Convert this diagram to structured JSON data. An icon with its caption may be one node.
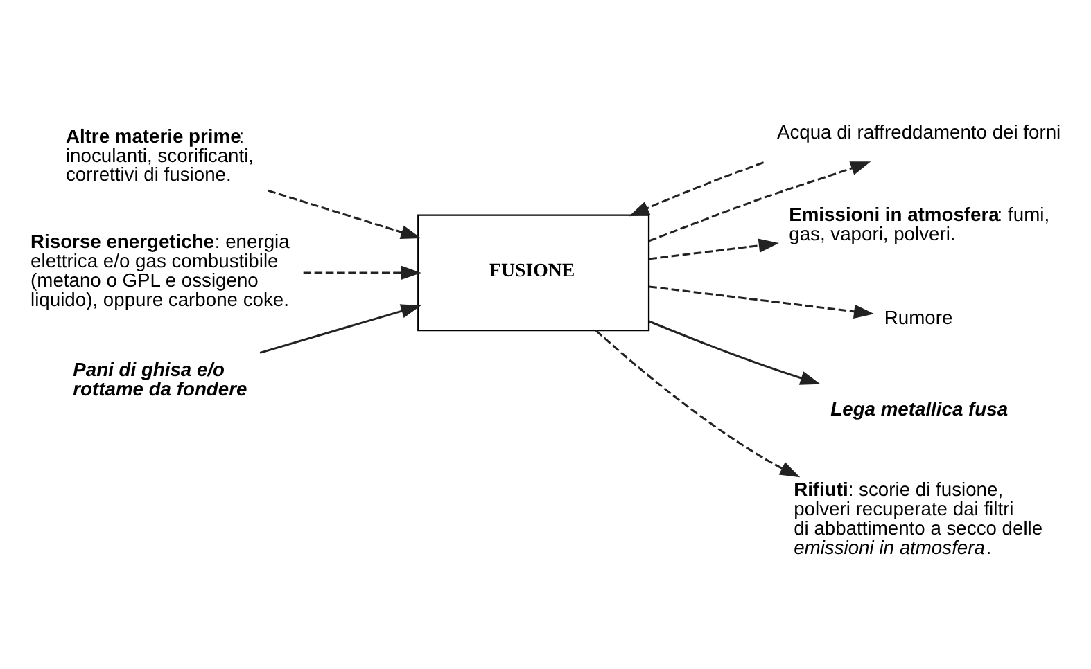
{
  "diagram": {
    "nodes": [
      {
        "text": [
          "**Altre materie prime**: inoculanti, scorificanti, correttivi di fusione."
        ]
      },
      {
        "text": [
          "**Risorse energetiche**: energia elettrica e/o gas combustibile (metano o GPL e ossigeno liquido), oppure carbone coke."
        ]
      },
      {
        "text": [
          "Pani di ghisa e/o rottame da fondere"
        ]
      },
      {
        "text": [
          "Acqua di raffreddamento dei forni"
        ]
      },
      {
        "text": [
          "FUSIONE"
        ]
      },
      {
        "text": [
          "**Emissioni in atmosfera**: fumi, gas, vapori, polveri."
        ]
      },
      {
        "text": [
          "Rumore"
        ]
      },
      {
        "text": [
          "Lega metallica fusa"
        ]
      },
      {
        "text": [
          "**Rifiuti**: scorie di fusione, polveri recuperate dai filtri di abbattimento a secco delle *emissioni in atmosfera*."
        ]
      }
    ],
    "edges": [
      {
        "from": 0,
        "to": 4,
        "arrow": "to",
        "style": "dashed"
      },
      {
        "from": 1,
        "to": 4,
        "arrow": "to",
        "style": "dashed"
      },
      {
        "from": 2,
        "to": 4,
        "arrow": "to"
      },
      {
        "from": 3,
        "to": 4,
        "arrow": "to",
        "style": "dashed"
      },
      {
        "from": 4,
        "to": 5,
        "arrow": "to",
        "style": "dashed"
      },
      {
        "from": 4,
        "to": 6,
        "arrow": "to",
        "style": "dashed"
      },
      {
        "from": 4,
        "to": 7,
        "arrow": "to"
      },
      {
        "from": 4,
        "to": 3,
        "arrow": "to",
        "style": "dashed"
      },
      {
        "from": 4,
        "to": 8,
        "arrow": "to",
        "style": "dashed"
      }
    ]
  }
}
